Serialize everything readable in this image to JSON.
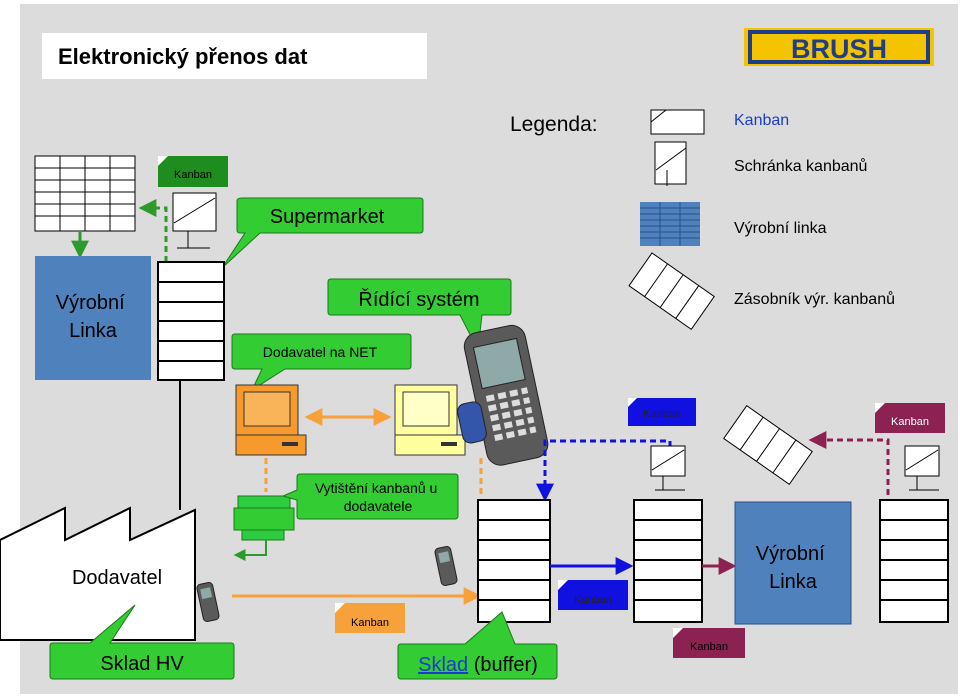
{
  "title": "Elektronický přenos dat",
  "logo_text": "BRUSH",
  "legend": {
    "heading": "Legenda:",
    "kanban": "Kanban",
    "post": "Schránka kanbanů",
    "line": "Výrobní linka",
    "rack": "Zásobník výr. kanbanů"
  },
  "callouts": {
    "supermarket": "Supermarket",
    "control": "Řídící systém",
    "supplier_net": "Dodavatel na NET",
    "print": "Vytištění kanbanů u dodavatele"
  },
  "nodes": {
    "line_left": "Výrobní Linka",
    "line_right": "Výrobní Linka",
    "supplier": "Dodavatel",
    "warehouse": "Sklad HV",
    "buffer_link": "Sklad",
    "buffer_rest": " (buffer)"
  },
  "kanban_labels": [
    "Kanban",
    "Kanban",
    "Kanban",
    "Kanban",
    "Kanban",
    "Kanban"
  ],
  "colors": {
    "background": "#dcdcdc",
    "kanban_green": "#1e8c1e",
    "callout_green": "#33cc33",
    "line_blue": "#4f81bd",
    "kanban_blue": "#1010e0",
    "kanban_maroon": "#8b2252",
    "arrow_orange": "#f7a13a",
    "arrow_green": "#2e9a2e",
    "arrow_blue": "#1010e0",
    "arrow_maroon": "#8b2252",
    "logo_yellow": "#f5c400",
    "logo_blue": "#1f3e8a",
    "monitor_orange": "#f79a2e",
    "monitor_yellow": "#ffffa0"
  }
}
